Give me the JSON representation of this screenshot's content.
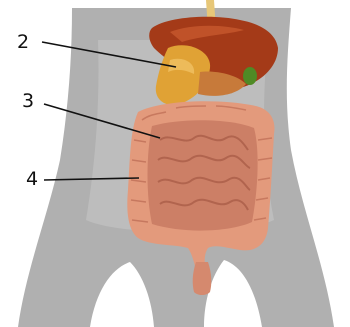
{
  "labels": [
    {
      "id": "label-2",
      "text": "2"
    },
    {
      "id": "label-3",
      "text": "3"
    },
    {
      "id": "label-4",
      "text": "4"
    }
  ],
  "colors": {
    "silhouette": "#b0b0b0",
    "liver": "#a43a18",
    "stomach": "#e0a235",
    "gallbladder": "#4f8a25",
    "intestine_large": "#e39a7c",
    "intestine_small": "#cc7f66",
    "esophagus": "#e7c778",
    "leader_line": "#111111"
  }
}
